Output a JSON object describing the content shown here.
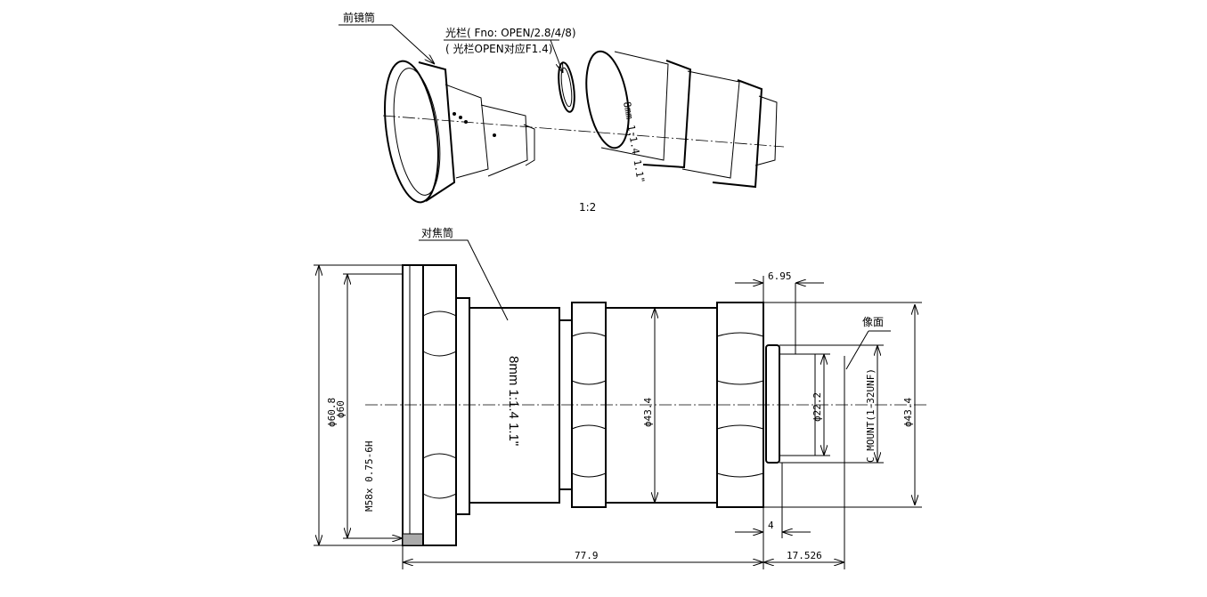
{
  "exploded_view": {
    "front_barrel_label": "前镜筒",
    "aperture_label_line1": "光栏( Fno: OPEN/2.8/4/8)",
    "aperture_label_line2": "( 光栏OPEN对应F1.4)",
    "scale": "1:2",
    "barrel_engraving": "8mm 1:1.4 1.1\""
  },
  "section_view": {
    "focus_barrel_label": "对焦筒",
    "lens_marking": "8mm 1:1.4 1.1\"",
    "image_plane_label": "像面",
    "thread_label": "M58x 0.75-6H",
    "mount_label": "C MOUNT(1-32UNF)",
    "dimensions": {
      "outer_diameter": "ϕ60.8",
      "diameter_60": "ϕ60",
      "body_diameter": "ϕ43.4",
      "rear_diameter": "ϕ43.4",
      "mount_diameter": "ϕ22.2",
      "overall_length": "77.9",
      "flange_distance": "17.526",
      "mount_depth": "6.95",
      "mount_step": "4"
    }
  }
}
